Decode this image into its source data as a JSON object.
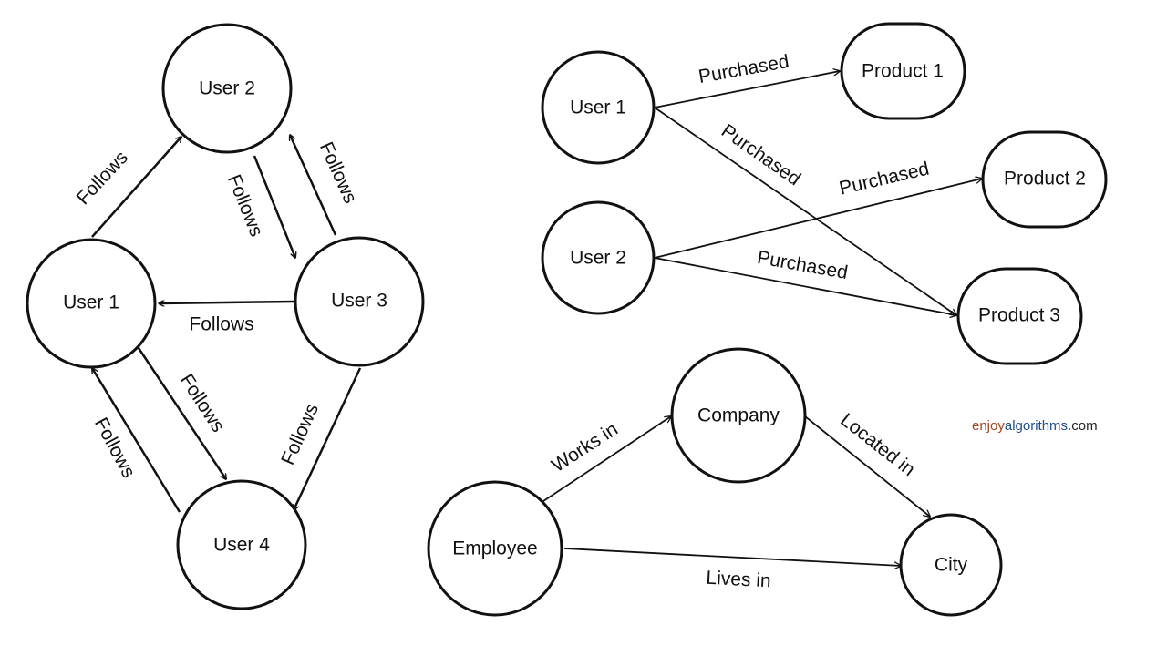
{
  "graph_social": {
    "nodes": {
      "u1": "User 1",
      "u2": "User 2",
      "u3": "User 3",
      "u4": "User 4"
    },
    "edges": {
      "u1_u2": "Follows",
      "u2_u3": "Follows",
      "u3_u2": "Follows",
      "u3_u1": "Follows",
      "u1_u4": "Follows",
      "u4_u1": "Follows",
      "u3_u4": "Follows"
    }
  },
  "graph_purchases": {
    "nodes": {
      "u1": "User 1",
      "u2": "User 2",
      "p1": "Product 1",
      "p2": "Product 2",
      "p3": "Product 3"
    },
    "edges": {
      "u1_p1": "Purchased",
      "u1_p3": "Purchased",
      "u2_p2": "Purchased",
      "u2_p3": "Purchased"
    }
  },
  "graph_employee": {
    "nodes": {
      "employee": "Employee",
      "company": "Company",
      "city": "City"
    },
    "edges": {
      "employee_company": "Works in",
      "company_city": "Located in",
      "employee_city": "Lives in"
    }
  },
  "brand": {
    "part1": "enjoy",
    "part2": "algorithms",
    "part3": ".com",
    "color1": "#a0461e",
    "color2": "#1f4e8c",
    "color3": "#222222"
  }
}
